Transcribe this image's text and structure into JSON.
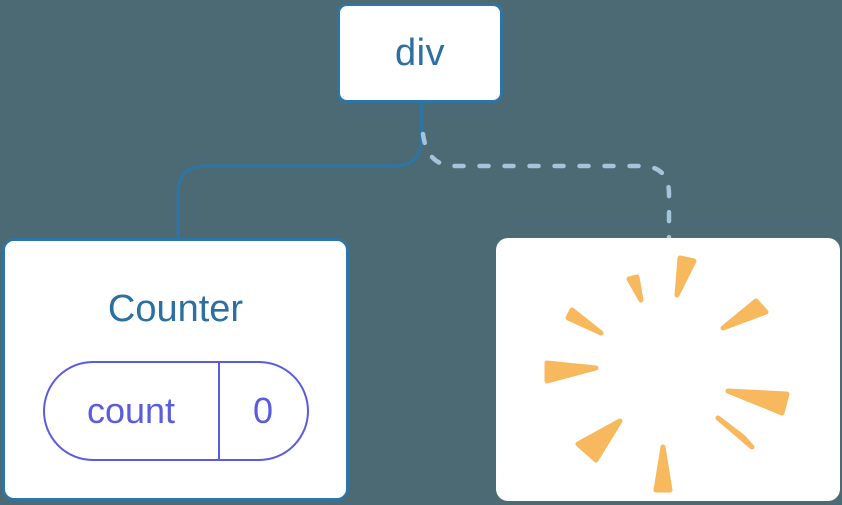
{
  "colors": {
    "background": "#4b6a74",
    "node_background": "#ffffff",
    "primary_blue": "#2e75a6",
    "text_blue": "#2b70a0",
    "dashed_blue": "#a3c4da",
    "state_purple": "#5b5be0",
    "poof_orange": "#f8b95e"
  },
  "diagram": {
    "root_node": {
      "label": "div"
    },
    "counter_node": {
      "title": "Counter",
      "state_pill": {
        "key": "count",
        "value": "0"
      }
    },
    "removed_node": {
      "icon": "poof-starburst"
    },
    "connectors": {
      "counter_link_style": "solid",
      "removed_link_style": "dashed"
    }
  }
}
